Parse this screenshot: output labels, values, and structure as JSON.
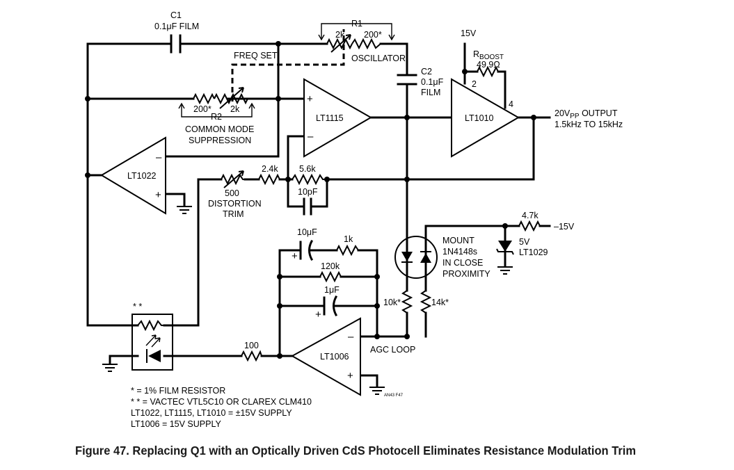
{
  "figure": {
    "caption": "Figure 47. Replacing Q1 with an Optically Driven CdS Photocell Eliminates Resistance Modulation Trim",
    "code": "AN43 F47"
  },
  "components": {
    "c1_name": "C1",
    "c1_value": "0.1μF FILM",
    "c2_name": "C2",
    "c2_value1": "0.1μF",
    "c2_value2": "FILM",
    "r1_name": "R1",
    "r1_pot": "2k",
    "r1_fixed": "200*",
    "r1_label": "OSCILLATOR",
    "freq_set": "FREQ SET",
    "r2_name": "R2",
    "r2_fixed": "200*",
    "r2_pot": "2k",
    "r2_label1": "COMMON MODE",
    "r2_label2": "SUPPRESSION",
    "supply_15v": "15V",
    "rboost_r": "R",
    "rboost_sub": "BOOST",
    "rboost_value": "49.9Ω",
    "pin2": "2",
    "pin4": "4",
    "output1_pre": "20V",
    "output1_sub": "PP",
    "output1_post": " OUTPUT",
    "output2": "1.5kHz TO 15kHz",
    "r_500": "500",
    "distortion1": "DISTORTION",
    "distortion2": "TRIM",
    "r_2_4k": "2.4k",
    "r_5_6k": "5.6k",
    "c_10pf": "10pF",
    "c_10uf": "10μF",
    "r_1k": "1k",
    "r_120k": "120k",
    "c_1uf": "1μF",
    "r_4_7k": "4.7k",
    "neg15": "–15V",
    "z_5v": "5V",
    "z_lt1029": "LT1029",
    "mount1": "MOUNT",
    "mount2": "1N4148s",
    "mount3": "IN CLOSE",
    "mount4": "PROXIMITY",
    "r_10k": "10k*",
    "r_14k": "14k*",
    "agc": "AGC LOOP",
    "r_100": "100",
    "photocell_mark": "* *"
  },
  "amplifiers": {
    "lt1115": "LT1115",
    "lt1010": "LT1010",
    "lt1022": "LT1022",
    "lt1006": "LT1006"
  },
  "notes": {
    "n1": "* = 1% FILM RESISTOR",
    "n2": "* * = VACTEC VTL5C10 OR CLAREX CLM410",
    "n3": "LT1022, LT1115, LT1010 = ±15V SUPPLY",
    "n4": "LT1006 = 15V SUPPLY"
  }
}
